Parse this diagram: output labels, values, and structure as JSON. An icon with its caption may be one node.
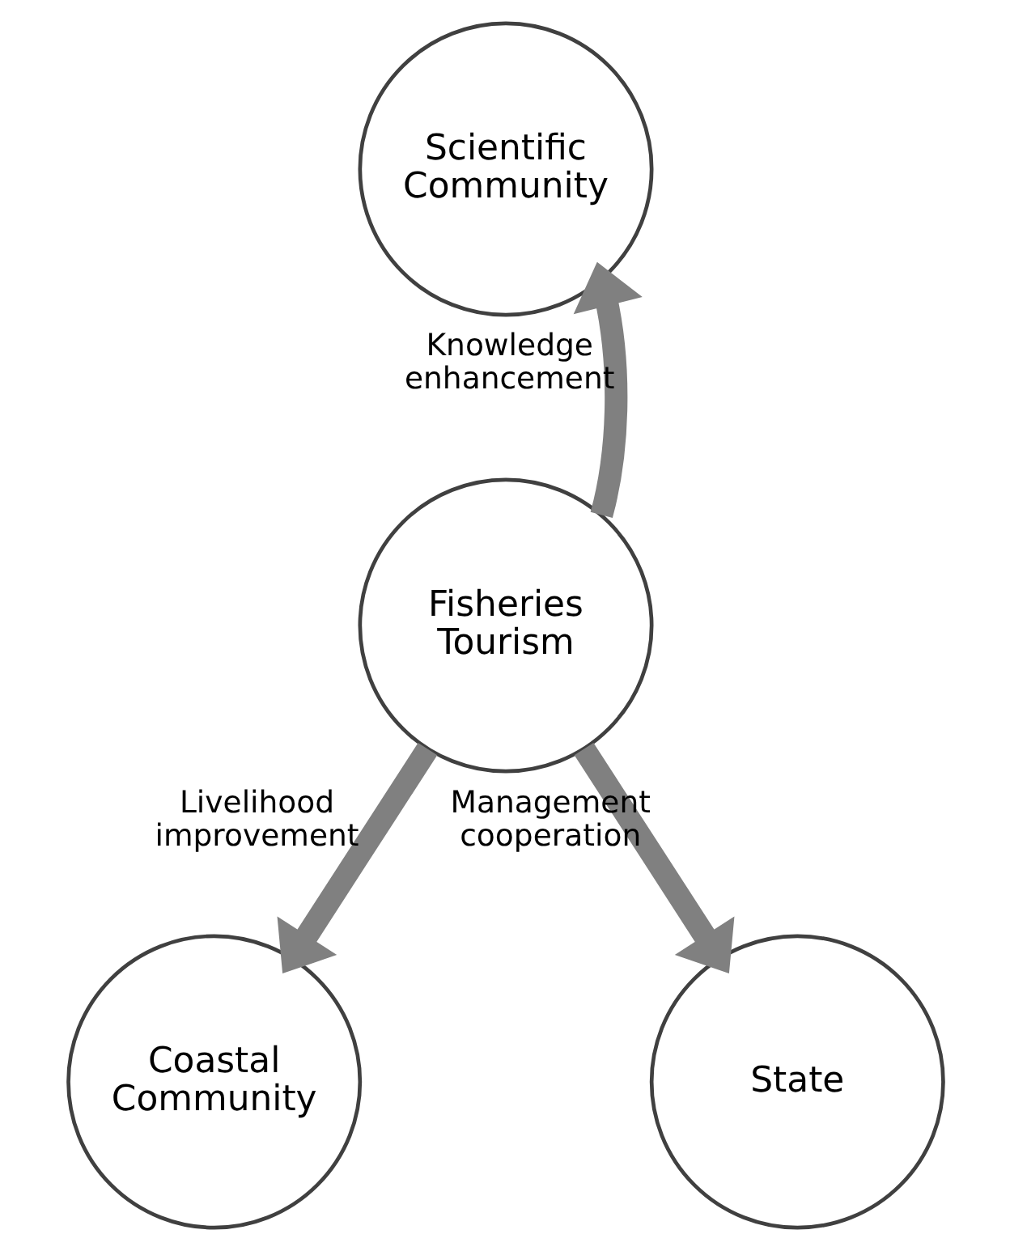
{
  "diagram": {
    "nodes": [
      {
        "text": [
          "Fisheries Tourism"
        ]
      },
      {
        "text": [
          "Scientific Community"
        ]
      },
      {
        "text": [
          "Coastal Community"
        ]
      },
      {
        "text": [
          "State"
        ]
      }
    ],
    "edges": [
      {
        "from": 0,
        "to": 1,
        "arrow": "to",
        "label": "Knowledge enhancement"
      },
      {
        "from": 0,
        "to": 2,
        "arrow": "to",
        "label": "Livelihood improvement"
      },
      {
        "from": 0,
        "to": 3,
        "arrow": "to",
        "label": "Management cooperation"
      }
    ]
  }
}
